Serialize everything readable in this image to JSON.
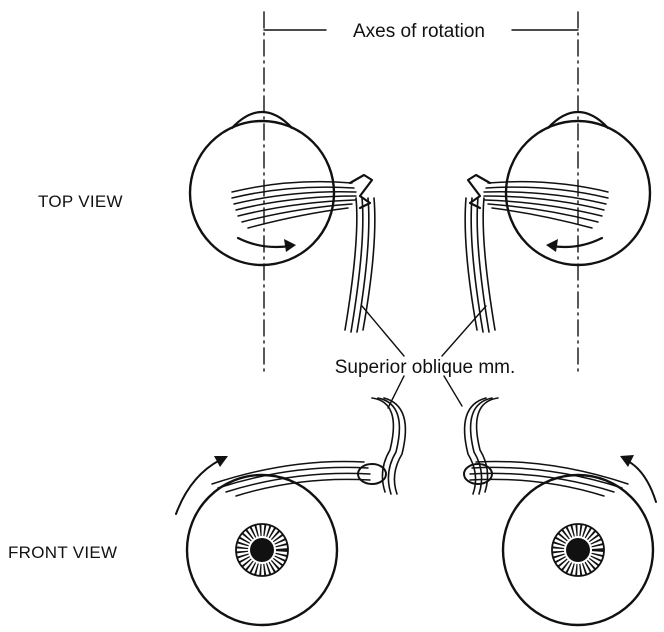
{
  "labels": {
    "axes": "Axes of rotation",
    "muscle": "Superior oblique mm.",
    "top_view": "TOP VIEW",
    "front_view": "FRONT VIEW"
  },
  "colors": {
    "ink": "#111111",
    "paper": "#ffffff"
  }
}
